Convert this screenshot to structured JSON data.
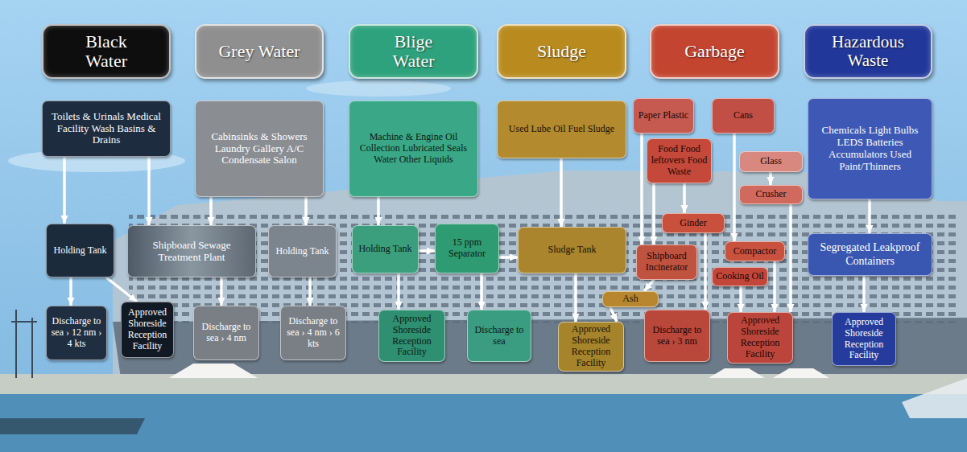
{
  "diagram": {
    "nodes": [
      {
        "text": [
          "Black Water"
        ]
      },
      {
        "text": [
          "Grey Water"
        ]
      },
      {
        "text": [
          "Blige Water"
        ]
      },
      {
        "text": [
          "Sludge"
        ]
      },
      {
        "text": [
          "Garbage"
        ]
      },
      {
        "text": [
          "Hazardous Waste"
        ]
      },
      {
        "text": [
          "Toilets & Urinals Medical Facility Wash Basins & Drains"
        ]
      },
      {
        "text": [
          "Cabinsinks & Showers Laundry Gallery A/C Condensate Salon"
        ]
      },
      {
        "text": [
          "Machine & Engine Oil Collection Lubricated Seals Water Other Liquids"
        ]
      },
      {
        "text": [
          "Used Lube Oil Fuel Sludge"
        ]
      },
      {
        "text": [
          "Paper Plastic"
        ]
      },
      {
        "text": [
          "Cans"
        ]
      },
      {
        "text": [
          "Food Food leftovers Food Waste"
        ]
      },
      {
        "text": [
          "Chemicals Light Bulbs LEDS Batteries Accumulators Used Paint/Thinners"
        ]
      },
      {
        "text": [
          "Glass"
        ]
      },
      {
        "text": [
          "Crusher"
        ]
      },
      {
        "text": [
          "Ginder"
        ]
      },
      {
        "text": [
          "Holding Tank"
        ]
      },
      {
        "text": [
          "Shipboard Sewage Treatment Plant"
        ]
      },
      {
        "text": [
          "Holding Tank"
        ]
      },
      {
        "text": [
          "Holding Tank"
        ]
      },
      {
        "text": [
          "15 ppm Separator"
        ]
      },
      {
        "text": [
          "Sludge Tank"
        ]
      },
      {
        "text": [
          "Shipboard Incinerator"
        ]
      },
      {
        "text": [
          "Compactor"
        ]
      },
      {
        "text": [
          "Segregated Leakproof Containers"
        ]
      },
      {
        "text": [
          "Cooking Oil"
        ]
      },
      {
        "text": [
          "Ash"
        ]
      },
      {
        "text": [
          "Discharge to sea › 12 nm › 4 kts"
        ]
      },
      {
        "text": [
          "Approved Shoreside Reception Facility"
        ]
      },
      {
        "text": [
          "Discharge to sea › 4 nm"
        ]
      },
      {
        "text": [
          "Discharge to sea › 4 nm › 6 kts"
        ]
      },
      {
        "text": [
          "Approved Shoreside Reception Facility"
        ]
      },
      {
        "text": [
          "Discharge to sea"
        ]
      },
      {
        "text": [
          "Approved Shoreside Reception Facility"
        ]
      },
      {
        "text": [
          "Discharge to sea › 3 nm"
        ]
      },
      {
        "text": [
          "Approved Shoreside Reception Facility"
        ]
      },
      {
        "text": [
          "Approved Shoreside Reception Facility"
        ]
      }
    ],
    "edges": [
      {
        "from": 6,
        "to": 17,
        "arrow": "to"
      },
      {
        "from": 6,
        "to": 18,
        "arrow": "to"
      },
      {
        "from": 7,
        "to": 18,
        "arrow": "to"
      },
      {
        "from": 7,
        "to": 19,
        "arrow": "to"
      },
      {
        "from": 8,
        "to": 20,
        "arrow": "to"
      },
      {
        "from": 9,
        "to": 22,
        "arrow": "to"
      },
      {
        "from": 10,
        "to": 23,
        "arrow": "to"
      },
      {
        "from": 12,
        "to": 23,
        "arrow": "to"
      },
      {
        "from": 12,
        "to": 16,
        "arrow": "to"
      },
      {
        "from": 11,
        "to": 24,
        "arrow": "to"
      },
      {
        "from": 14,
        "to": 15,
        "arrow": "to"
      },
      {
        "from": 13,
        "to": 25,
        "arrow": "to"
      },
      {
        "from": 17,
        "to": 28,
        "arrow": "to"
      },
      {
        "from": 17,
        "to": 29,
        "arrow": "to"
      },
      {
        "from": 18,
        "to": 30,
        "arrow": "to"
      },
      {
        "from": 19,
        "to": 31,
        "arrow": "to"
      },
      {
        "from": 20,
        "to": 21,
        "arrow": "to"
      },
      {
        "from": 20,
        "to": 32,
        "arrow": "to"
      },
      {
        "from": 21,
        "to": 22,
        "arrow": "to"
      },
      {
        "from": 21,
        "to": 33,
        "arrow": "to"
      },
      {
        "from": 22,
        "to": 34,
        "arrow": "to"
      },
      {
        "from": 16,
        "to": 35,
        "arrow": "to"
      },
      {
        "from": 23,
        "to": 27,
        "arrow": "to"
      },
      {
        "from": 27,
        "to": 34,
        "arrow": "to"
      },
      {
        "from": 24,
        "to": 36,
        "arrow": "to"
      },
      {
        "from": 26,
        "to": 36,
        "arrow": "to"
      },
      {
        "from": 15,
        "to": 36,
        "arrow": "to"
      },
      {
        "from": 25,
        "to": 37,
        "arrow": "to"
      }
    ]
  }
}
